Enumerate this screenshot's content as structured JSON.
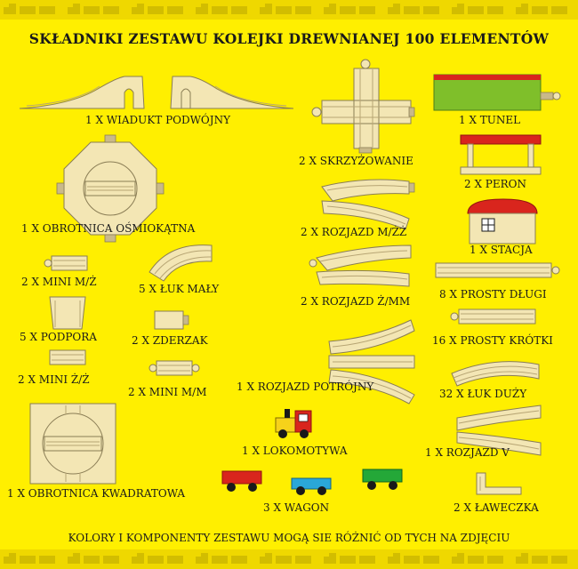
{
  "title": "SKŁADNIKI ZESTAWU KOLEJKI DREWNIANEJ 100 ELEMENTÓW",
  "items": {
    "viaduct": "1 X WIADUKT PODWÓJNY",
    "crossing": "2 X SKRZYŻOWANIE",
    "tunnel": "1 X TUNEL",
    "octagon_turntable": "1 X OBROTNICA OŚMIOKĄTNA",
    "platform": "2 X PERON",
    "switch_mzz": "2 X ROZJAZD M/ŻŻ",
    "station": "1 X STACJA",
    "mini_mz": "2 X MINI M/Ż",
    "small_curve": "5 X ŁUK MAŁY",
    "switch_zmm": "2 X ROZJAZD Ż/MM",
    "long_straight": "8 X PROSTY DŁUGI",
    "support": "5 X PODPORA",
    "buffer": "2 X ZDERZAK",
    "short_straight": "16 X PROSTY KRÓTKI",
    "mini_zz": "2 X MINI Ż/Ż",
    "mini_mm": "2 X MINI M/M",
    "triple_switch": "1 X ROZJAZD POTRÓJNY",
    "big_curve": "32 X ŁUK DUŻY",
    "locomotive": "1 X LOKOMOTYWA",
    "v_switch": "1 X ROZJAZD V",
    "square_turntable": "1 X OBROTNICA KWADRATOWA",
    "wagon": "3 X WAGON",
    "bench": "2 X ŁAWECZKA"
  },
  "note": "KOLORY I KOMPONENTY ZESTAWU MOGĄ SIE RÓŻNIĆ OD TYCH NA ZDJĘCIU",
  "colors": {
    "background": "#ffef00",
    "wood": "#f3e6b4",
    "wood_outline": "#8a7d55",
    "tunnel_green": "#7fbf2a",
    "roof_red": "#d9251d",
    "wagon_red": "#d9251d",
    "wagon_blue": "#2aa7d8",
    "wagon_green": "#24a838",
    "loco_yellow": "#f6d21a",
    "train_band": "#e8cf00"
  }
}
